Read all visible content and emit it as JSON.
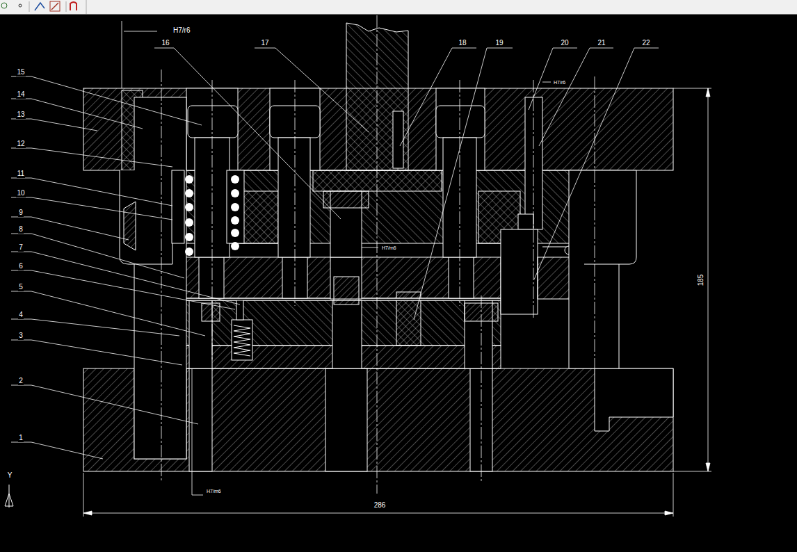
{
  "diagram": {
    "labels": [
      "1",
      "2",
      "3",
      "4",
      "5",
      "6",
      "7",
      "8",
      "9",
      "10",
      "11",
      "12",
      "13",
      "14",
      "15",
      "16",
      "17",
      "18",
      "19",
      "20",
      "21",
      "22",
      "H7/r6",
      "H7/r6",
      "H7/m6",
      "H7/m6",
      "185",
      "286",
      "Y"
    ]
  }
}
